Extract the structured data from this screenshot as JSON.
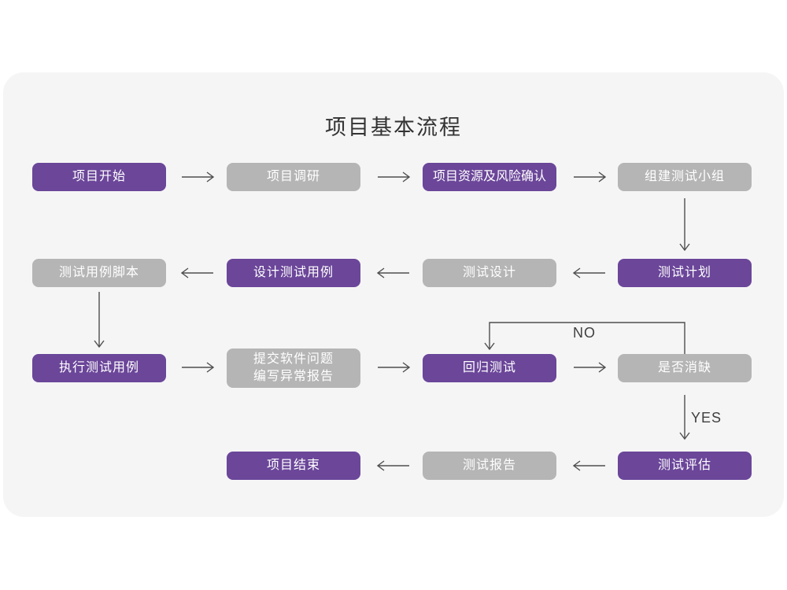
{
  "title": "项目基本流程",
  "nodes": [
    {
      "id": "project-start",
      "label": "项目开始",
      "type": "primary"
    },
    {
      "id": "project-research",
      "label": "项目调研",
      "type": "secondary"
    },
    {
      "id": "resource-risk",
      "label": "项目资源及风险确认",
      "type": "primary"
    },
    {
      "id": "build-test-team",
      "label": "组建测试小组",
      "type": "secondary"
    },
    {
      "id": "test-case-script",
      "label": "测试用例脚本",
      "type": "secondary"
    },
    {
      "id": "design-test-case",
      "label": "设计测试用例",
      "type": "primary"
    },
    {
      "id": "test-design",
      "label": "测试设计",
      "type": "secondary"
    },
    {
      "id": "test-plan",
      "label": "测试计划",
      "type": "primary"
    },
    {
      "id": "execute-test-case",
      "label": "执行测试用例",
      "type": "primary"
    },
    {
      "id": "submit-issue-report",
      "label": "提交软件问题",
      "label2": "编写异常报告",
      "type": "secondary"
    },
    {
      "id": "regression-test",
      "label": "回归测试",
      "type": "primary"
    },
    {
      "id": "defect-cleared",
      "label": "是否消缺",
      "type": "secondary"
    },
    {
      "id": "project-end",
      "label": "项目结束",
      "type": "primary"
    },
    {
      "id": "test-report",
      "label": "测试报告",
      "type": "secondary"
    },
    {
      "id": "test-evaluation",
      "label": "测试评估",
      "type": "primary"
    }
  ],
  "edge_labels": {
    "no": "NO",
    "yes": "YES"
  },
  "colors": {
    "purple": "#6b4699",
    "gray": "#b5b5b5",
    "card_bg": "#f5f5f6",
    "page_bg": "#ffffff",
    "arrow": "#4f4f4f",
    "node_text": "#ffffff",
    "title_color": "#333333",
    "edge_label_color": "#3f3f3f"
  }
}
